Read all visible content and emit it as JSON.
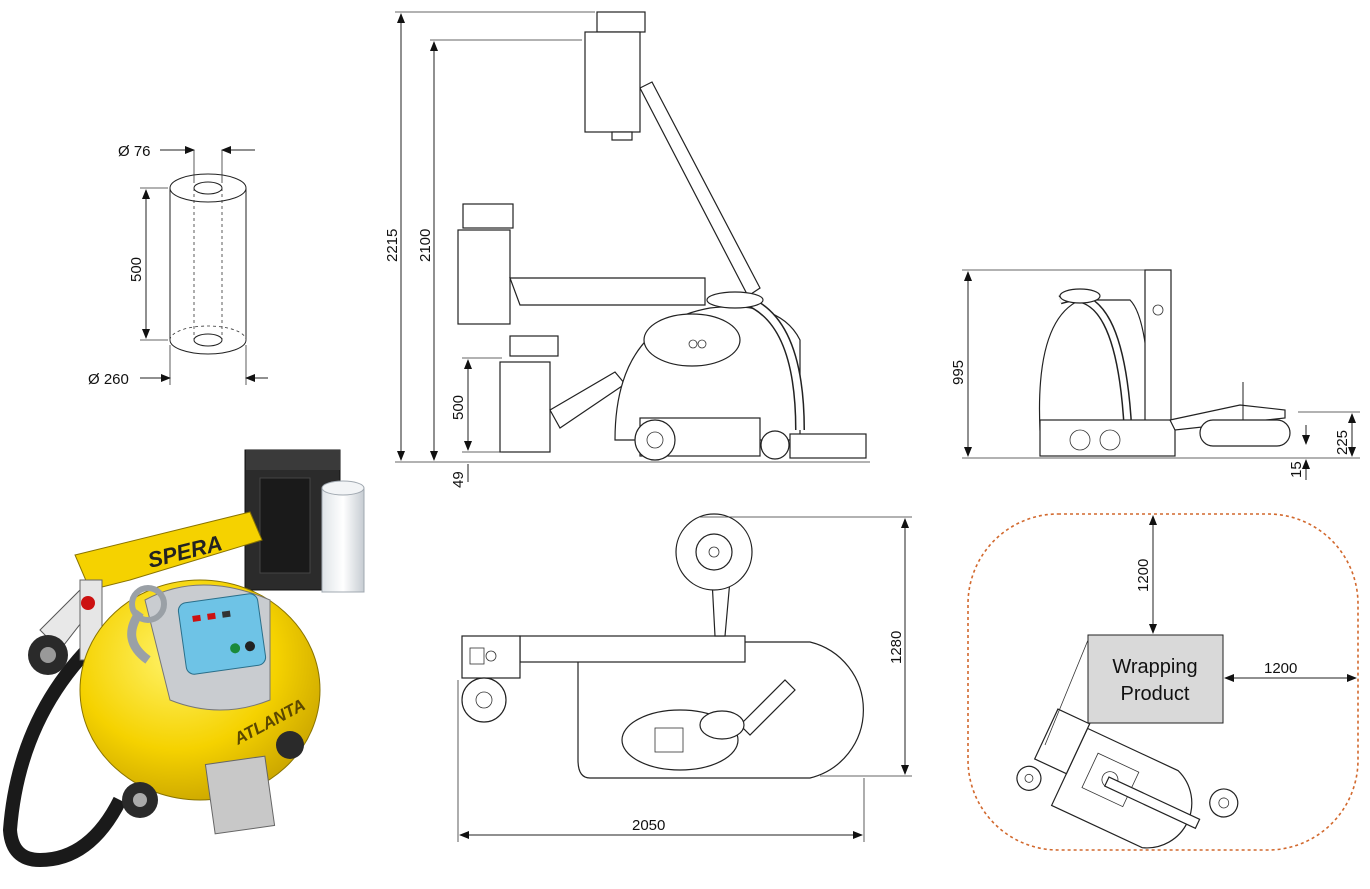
{
  "roll": {
    "core_diameter": "Ø 76",
    "height": "500",
    "outer_diameter": "Ø 260"
  },
  "side_view": {
    "total_height": "2215",
    "mast_height": "2100",
    "carriage_height": "500",
    "bottom_clearance": "49"
  },
  "rear_view": {
    "height": "995",
    "wheel_height": "225",
    "ground_clearance": "15"
  },
  "top_view": {
    "width": "1280",
    "length": "2050"
  },
  "working_area": {
    "product_label_line1": "Wrapping",
    "product_label_line2": "Product",
    "front_clearance": "1200",
    "side_clearance": "1200",
    "boundary_color": "#d2692e",
    "product_fill": "#d9d9d9"
  },
  "photo": {
    "arm_brand": "SPERA",
    "body_brand": "ATLANTA",
    "body_color": "#f5d200",
    "panel_color": "#6ec3e6"
  }
}
